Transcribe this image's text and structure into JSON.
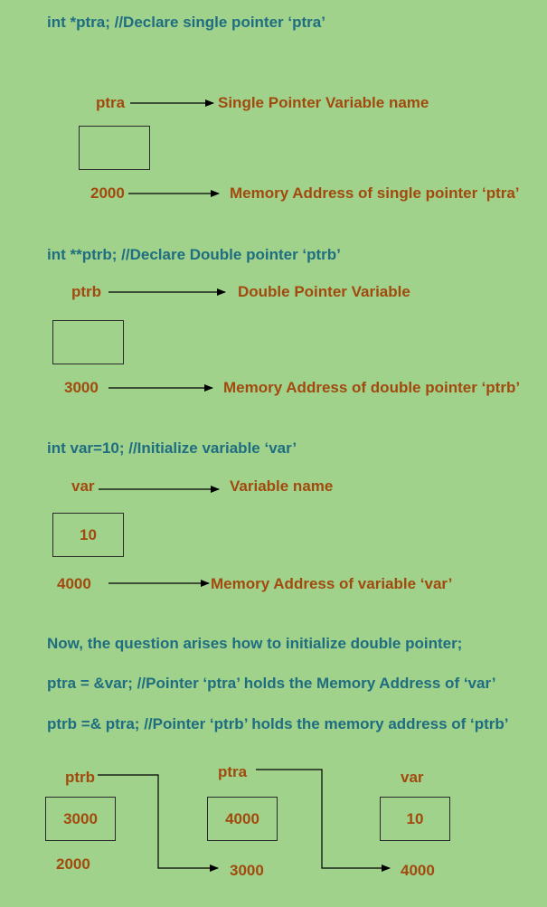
{
  "section1": {
    "code": "int *ptra; //Declare single pointer ‘ptra’",
    "var_label": "ptra",
    "var_desc": "Single Pointer Variable name",
    "box_value": "",
    "address": "2000",
    "address_desc": "Memory Address of single pointer ‘ptra’"
  },
  "section2": {
    "code": "int **ptrb; //Declare Double pointer ‘ptrb’",
    "var_label": "ptrb",
    "var_desc": "Double Pointer Variable",
    "box_value": "",
    "address": "3000",
    "address_desc": "Memory Address of double pointer ‘ptrb’"
  },
  "section3": {
    "code": "int var=10; //Initialize variable ‘var’",
    "var_label": "var",
    "var_desc": "Variable name",
    "box_value": "10",
    "address": "4000",
    "address_desc": "Memory Address of variable ‘var’"
  },
  "explanation": {
    "question": "Now, the question arises how to initialize double pointer;",
    "line1": "ptra = &var; //Pointer ‘ptra’ holds the Memory Address of ‘var’",
    "line2": "ptrb =& ptra; //Pointer ‘ptrb’ holds the memory address of ‘ptrb’"
  },
  "final_diagram": {
    "ptrb": {
      "label": "ptrb",
      "value": "3000",
      "address": "2000",
      "target": "3000"
    },
    "ptra": {
      "label": "ptra",
      "value": "4000",
      "target": "4000"
    },
    "var": {
      "label": "var",
      "value": "10"
    }
  },
  "colors": {
    "background": "#a0d28c",
    "code_text": "#1f6d80",
    "label_text": "#a24a0e"
  }
}
